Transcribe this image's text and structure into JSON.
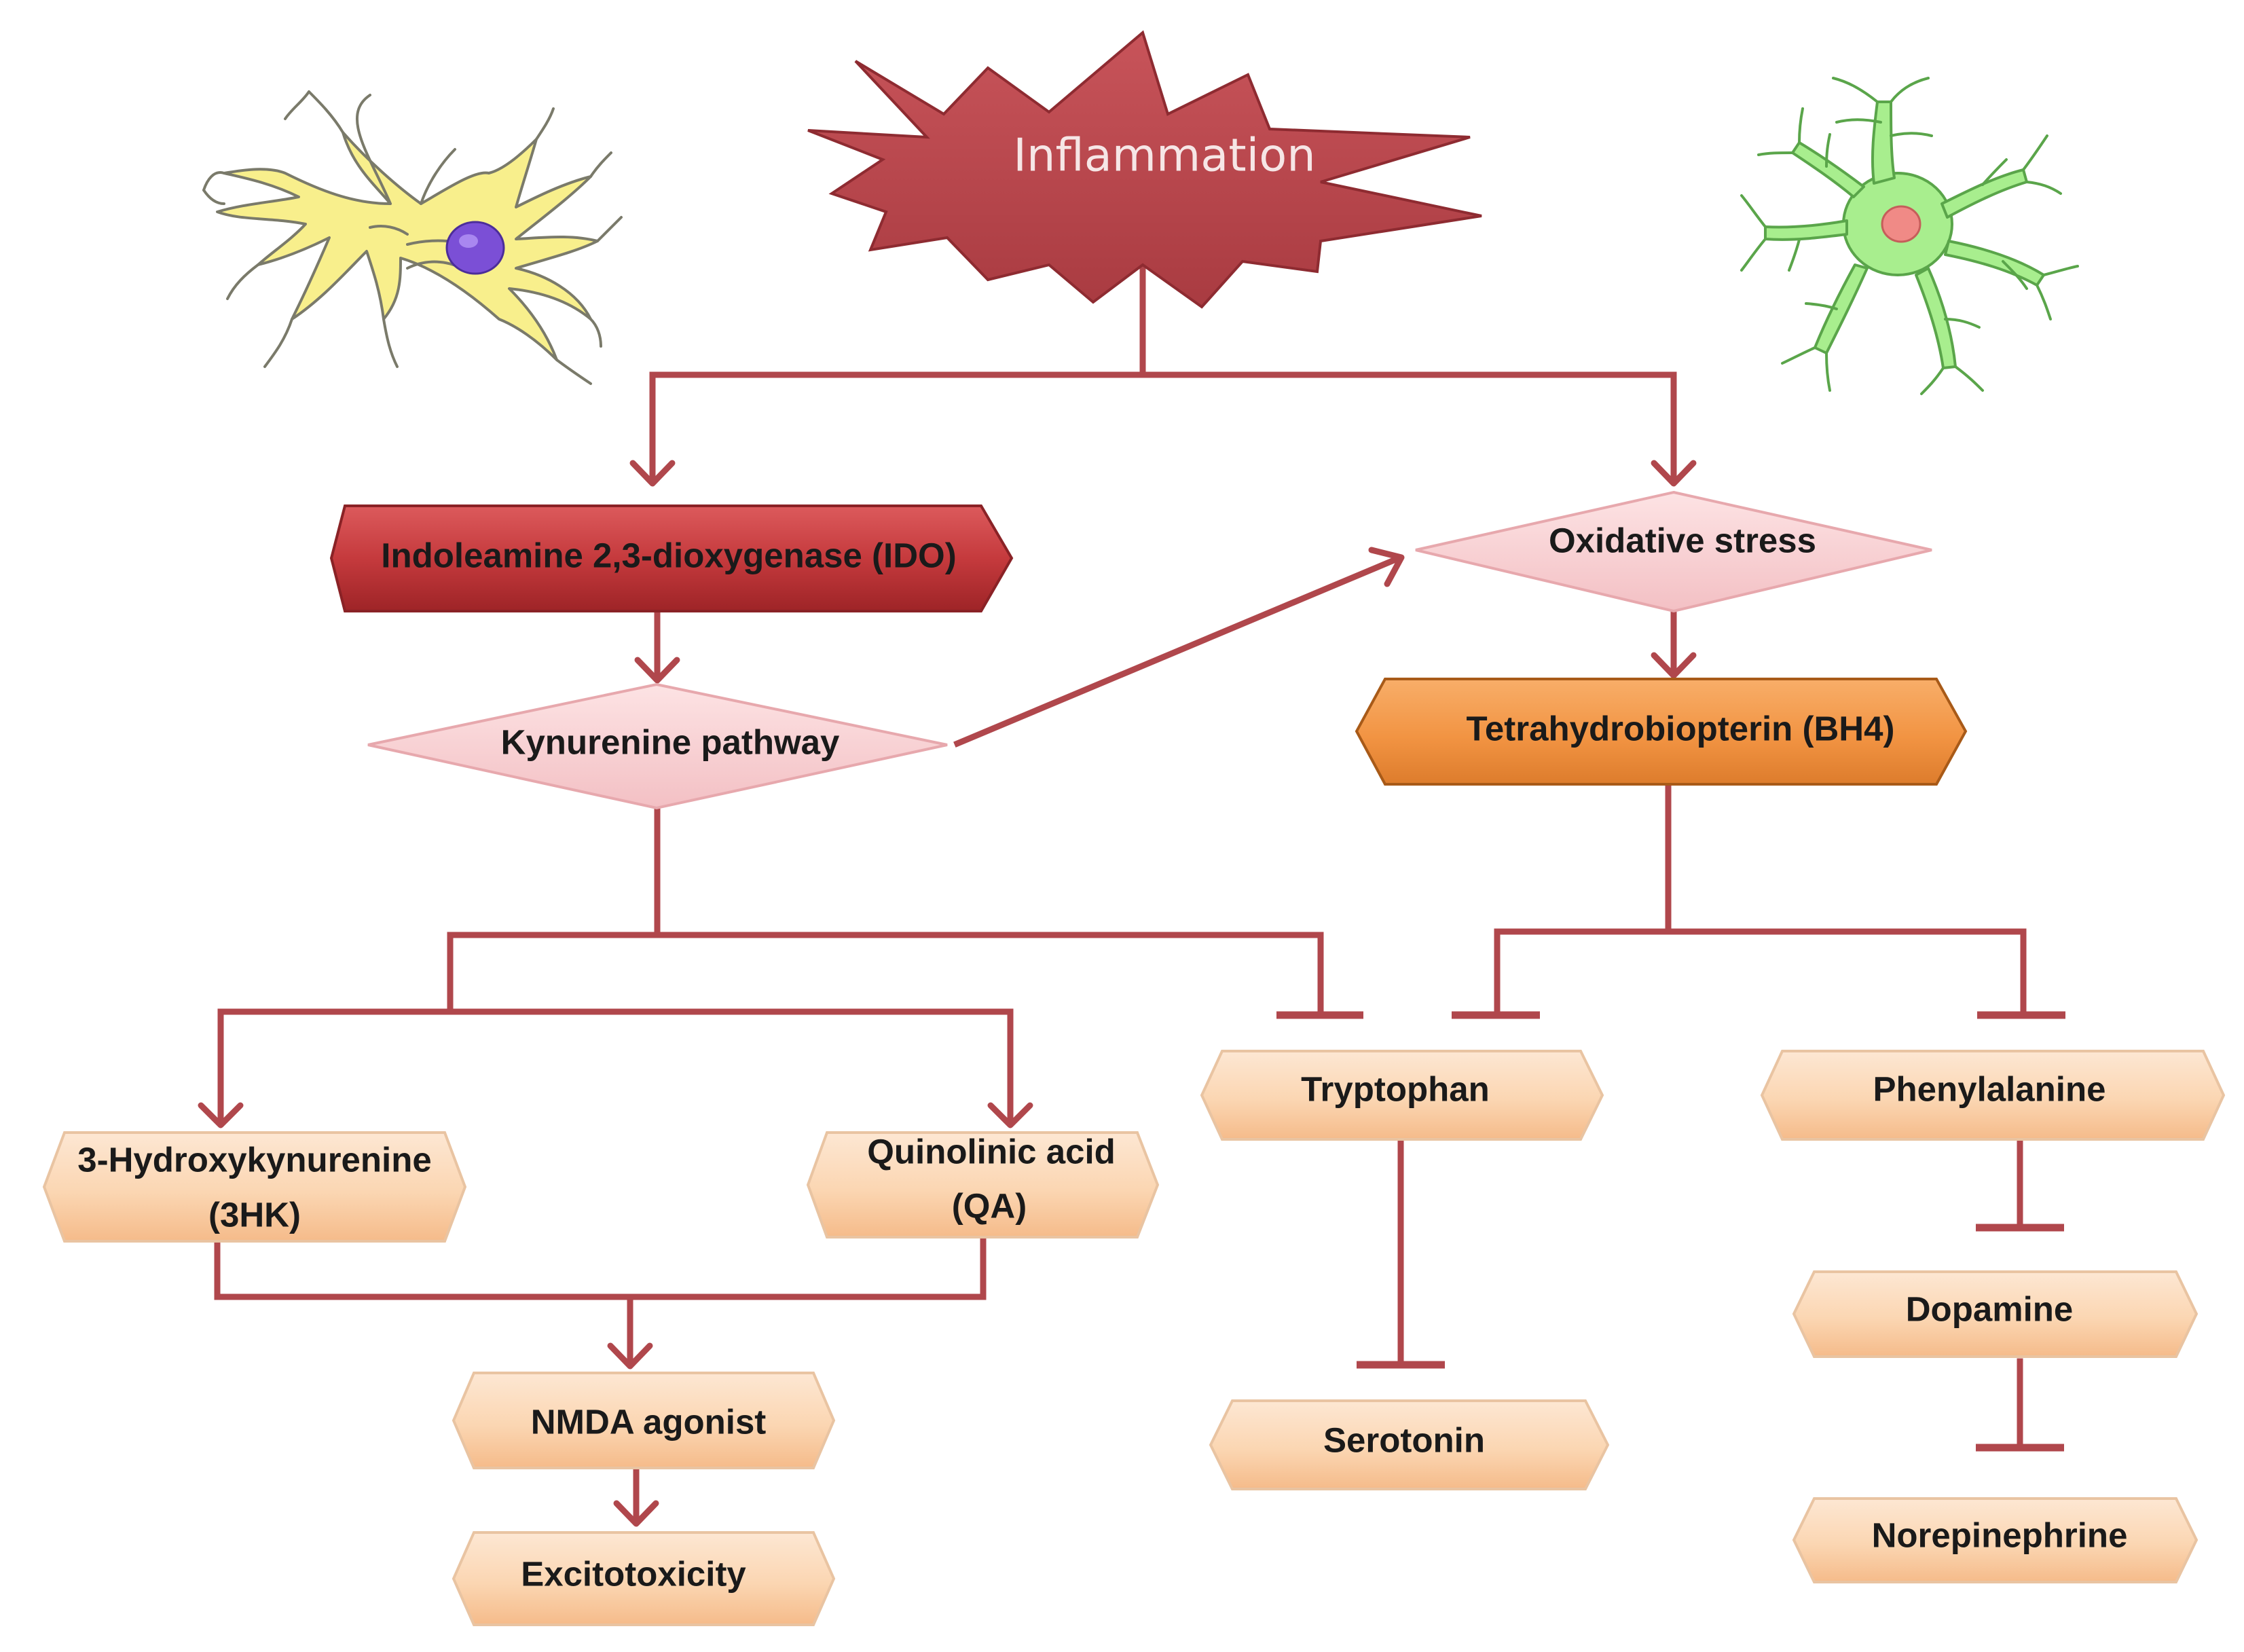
{
  "nodes": {
    "inflammation": "Inflammation",
    "ido": "Indoleamine 2,3-dioxygenase (IDO)",
    "kynurenine": "Kynurenine pathway",
    "oxidative": "Oxidative stress",
    "bh4": "Tetrahydrobiopterin (BH4)",
    "hk3_line1": "3-Hydroxykynurenine",
    "hk3_line2": "(3HK)",
    "qa_line1": "Quinolinic acid",
    "qa_line2": "(QA)",
    "tryptophan": "Tryptophan",
    "phenylalanine": "Phenylalanine",
    "serotonin": "Serotonin",
    "dopamine": "Dopamine",
    "norepinephrine": "Norepinephrine",
    "nmda": "NMDA agonist",
    "excitotoxicity": "Excitotoxicity"
  },
  "colors": {
    "connector": "#b0474c",
    "inflammation_fill": "#b8454b",
    "ido_fill": "#c0393c",
    "diamond_fill": "#f6cdd0",
    "bh4_fill": "#f29645",
    "box_fill": "#fbd8b6",
    "neuron_fill": "#f8ef8c",
    "neuron_nucleus": "#7b4fd6",
    "glia_fill": "#a8ee8e",
    "glia_nucleus": "#f08a86"
  },
  "icons": [
    "neuron-illustration",
    "glial-cell-illustration"
  ]
}
